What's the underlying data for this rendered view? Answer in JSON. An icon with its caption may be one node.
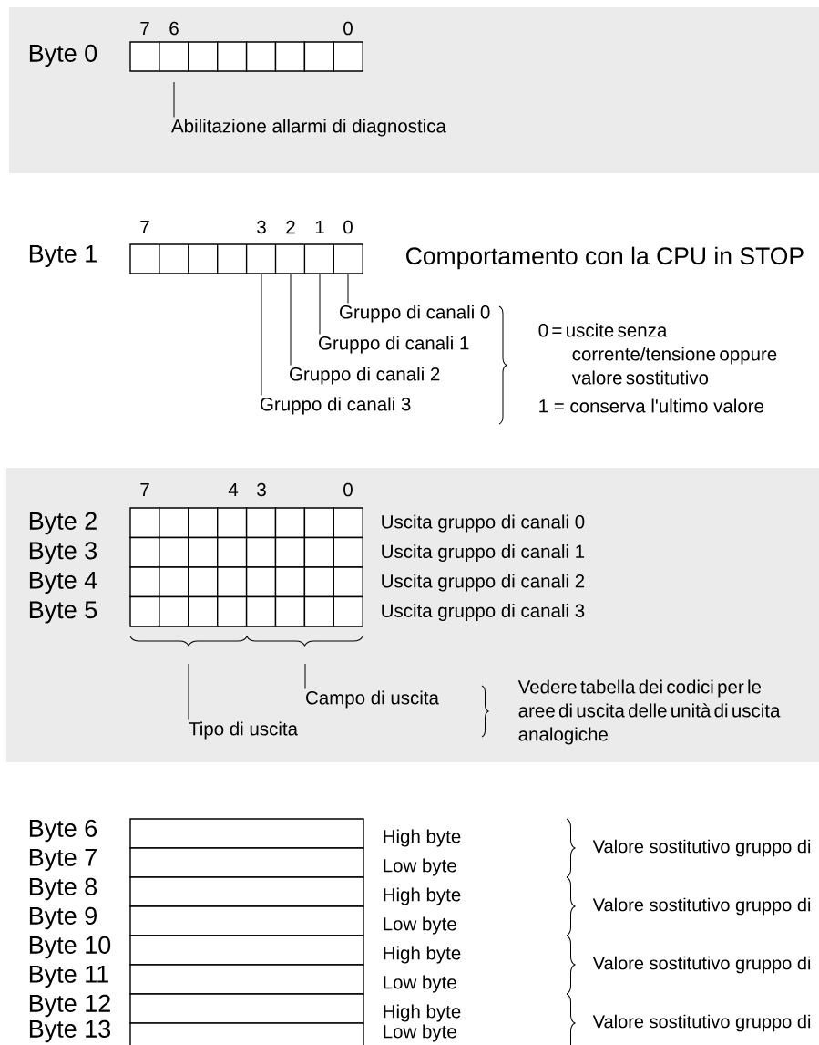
{
  "diagram": {
    "nodes": [
      {
        "text": [
          "Abilitazione allarmi di diagnostica"
        ]
      },
      {
        "text": [
          "Gruppo di canali 0"
        ]
      },
      {
        "text": [
          "Gruppo di canali 1"
        ]
      },
      {
        "text": [
          "Gruppo di canali 2"
        ]
      },
      {
        "text": [
          "Gruppo di canali 3"
        ]
      },
      {
        "text": [
          "Tipo di uscita"
        ]
      },
      {
        "text": [
          "Campo di uscita"
        ]
      },
      {
        "text": [],
        "shape": "box"
      }
    ],
    "edges": [
      {
        "from": 0,
        "to": null,
        "arrow": "none"
      },
      {
        "from": 1,
        "to": 7,
        "arrow": "none"
      },
      {
        "from": 2,
        "to": 7,
        "arrow": "none"
      },
      {
        "from": 3,
        "to": 7,
        "arrow": "none"
      },
      {
        "from": 4,
        "to": 7,
        "arrow": "none"
      },
      {
        "from": 5,
        "to": null,
        "arrow": "none"
      },
      {
        "from": 6,
        "to": null,
        "arrow": "none"
      }
    ],
    "labels": [
      "7",
      "6",
      "0",
      "Byte 0",
      "7",
      "3",
      "2",
      "1",
      "0",
      "Byte 1",
      "Comportamento con la CPU in STOP",
      "0 = uscite senza corrente/tensione oppure valore sostitutivo",
      "1 = conserva l'ultimo valore",
      "7",
      "4",
      "3",
      "0",
      "Byte 2",
      "Uscita gruppo di canali 0",
      "Byte 3",
      "Uscita gruppo di canali 1",
      "Byte 4",
      "Uscita gruppo di canali 2",
      "Byte 5",
      "Uscita gruppo di canali 3",
      "Vedere tabella dei codici per le aree di uscita delle unità di uscita analogiche",
      "Byte 6",
      "High byte",
      "Valore sostitutivo gruppo di",
      "Byte 7",
      "Low byte",
      "Byte 8",
      "High byte",
      "Valore sostitutivo gruppo di",
      "Byte 9",
      "Low byte",
      "Byte 10",
      "High byte",
      "Valore sostitutivo gruppo di",
      "Byte 11",
      "Low byte",
      "Byte 12",
      "High byte",
      "Valore sostitutivo gruppo di",
      "Byte 13",
      "Low byte"
    ]
  }
}
